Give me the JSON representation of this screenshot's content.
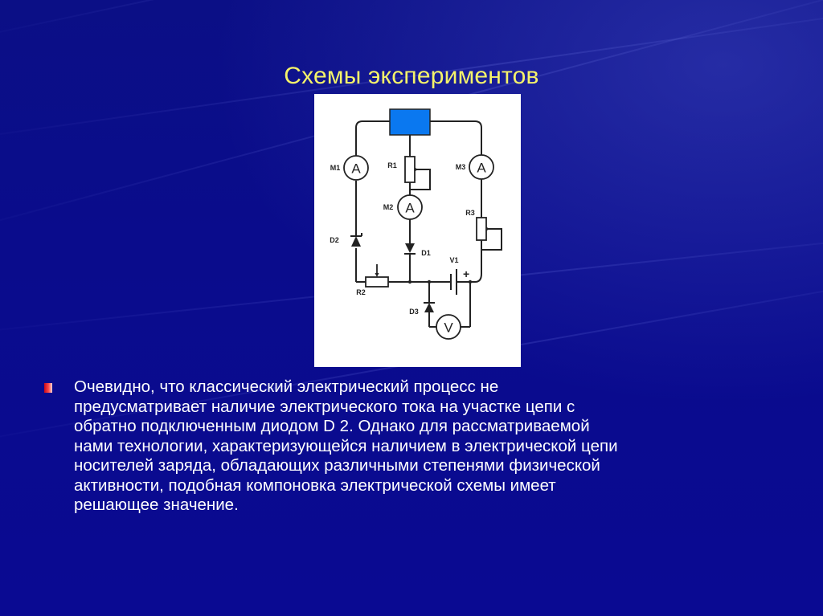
{
  "slide": {
    "title": "Схемы экспериментов",
    "background_color": "#0a0a8a",
    "title_color": "#f5f36a",
    "text_color": "#ffffff",
    "bullet_color": "#e01020"
  },
  "diagram": {
    "type": "electrical-circuit",
    "source_block_color": "#0a78f0",
    "components": {
      "m1": {
        "label": "M1",
        "symbol": "A"
      },
      "m2": {
        "label": "M2",
        "symbol": "A"
      },
      "m3": {
        "label": "M3",
        "symbol": "A"
      },
      "r1": {
        "label": "R1"
      },
      "r2": {
        "label": "R2"
      },
      "r3": {
        "label": "R3"
      },
      "d1": {
        "label": "D1"
      },
      "d2": {
        "label": "D2"
      },
      "d3": {
        "label": "D3"
      },
      "v1": {
        "label": "V1",
        "polarity": "+"
      },
      "voltmeter": {
        "symbol": "V"
      }
    }
  },
  "body": {
    "bullets": [
      {
        "text": "Очевидно, что классический электрический процесс не\nпредусматривает наличие электрического тока на  участке цепи с\nобратно подключенным  диодом D 2. Однако для рассматриваемой\nнами технологии, характеризующейся наличием в электрической цепи\nносителей заряда, обладающих различными степенями физической\nактивности, подобная компоновка электрической схемы имеет\nрешающее значение."
      }
    ]
  }
}
